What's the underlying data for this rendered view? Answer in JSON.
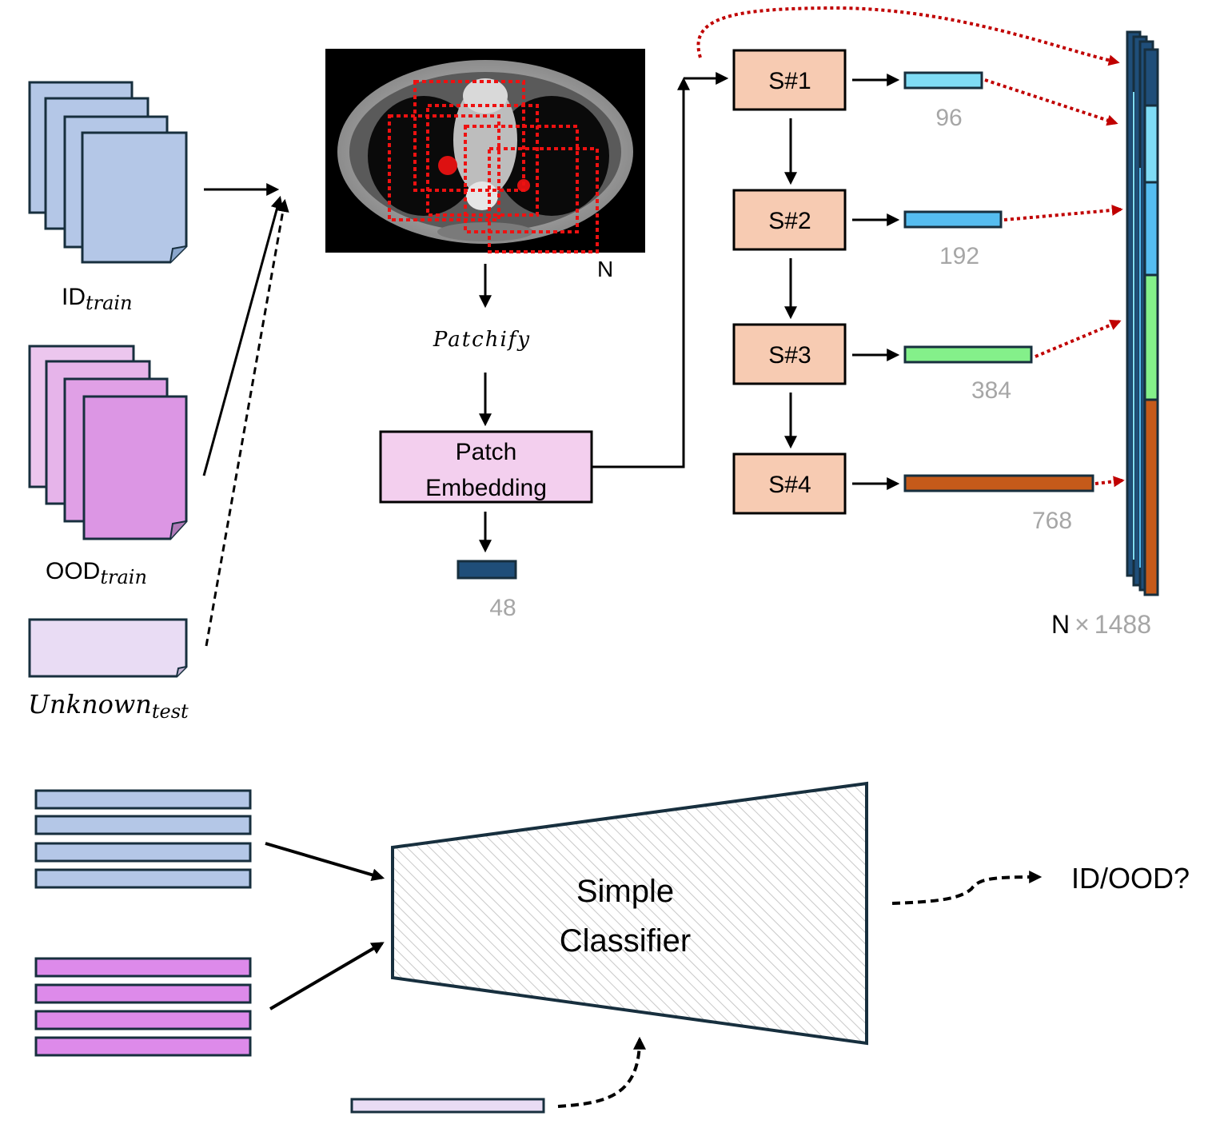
{
  "inputs": {
    "id_train": {
      "main": "ID",
      "sub": "train",
      "fill": "#b4c7e7"
    },
    "ood_train": {
      "main": "OOD",
      "sub": "train",
      "fill": "#e9a5ea",
      "fill_light": "#ecc6ee"
    },
    "unknown_test": {
      "main": "Unknown",
      "sub": "test",
      "fill": "#e9dcf4"
    }
  },
  "ct_scan": {
    "count_label": "N"
  },
  "patchify_label": "Patchify",
  "patch_embedding": {
    "line1": "Patch",
    "line2": "Embedding",
    "fill": "#f3cfee"
  },
  "embed_dim": "48",
  "stages": [
    {
      "label": "S#1",
      "dim": "96",
      "color": "#7fdcf5"
    },
    {
      "label": "S#2",
      "dim": "192",
      "color": "#55bdf0"
    },
    {
      "label": "S#3",
      "dim": "384",
      "color": "#84f08a"
    },
    {
      "label": "S#4",
      "dim": "768",
      "color": "#c55a1a"
    }
  ],
  "stage_fill": "#f7cbb2",
  "feature_stack": {
    "n": "N",
    "times": "×",
    "total": "1488",
    "top_color": "#1f4e79"
  },
  "classifier": {
    "line1": "Simple",
    "line2": "Classifier"
  },
  "output_label": "ID/OOD?",
  "colors": {
    "outline": "#172f3e",
    "red_arrow": "#c00000",
    "dark_feature": "#1f4e79"
  }
}
